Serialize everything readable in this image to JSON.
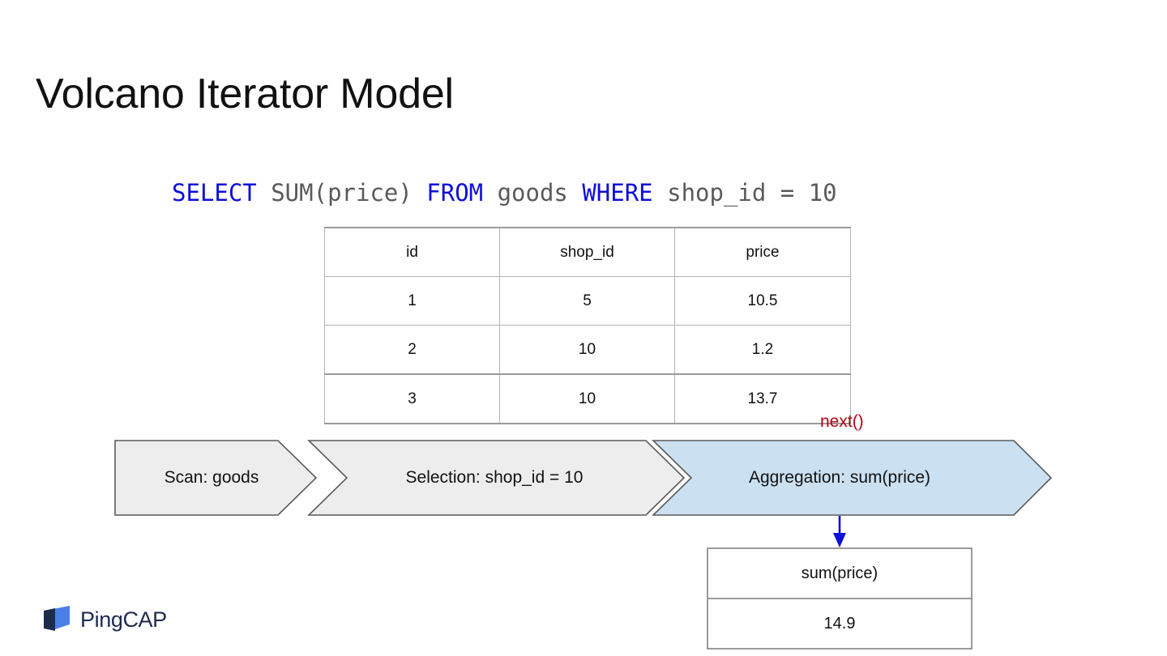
{
  "slide": {
    "title": "Volcano Iterator Model",
    "background_color": "#ffffff"
  },
  "sql": {
    "full_text": "SELECT SUM(price) FROM goods WHERE shop_id = 10",
    "keyword_color": "#0f0fd8",
    "plain_color": "#5a5a5a",
    "tokens": [
      {
        "text": "SELECT",
        "type": "keyword"
      },
      {
        "text": " SUM(price) ",
        "type": "plain"
      },
      {
        "text": "FROM",
        "type": "keyword"
      },
      {
        "text": " goods ",
        "type": "plain"
      },
      {
        "text": "WHERE",
        "type": "keyword"
      },
      {
        "text": " shop_id = 10",
        "type": "plain"
      }
    ]
  },
  "data_table": {
    "headers": [
      "id",
      "shop_id",
      "price"
    ],
    "rows": [
      [
        "1",
        "5",
        "10.5"
      ],
      [
        "2",
        "10",
        "1.2"
      ],
      [
        "3",
        "10",
        "13.7"
      ]
    ]
  },
  "pipeline": {
    "next_label": "next()",
    "next_label_color": "#b00713",
    "stages": [
      {
        "label": "Scan: goods",
        "fill": "#ededed",
        "stroke": "#5a5a5a",
        "highlighted": false
      },
      {
        "label": "Selection: shop_id = 10",
        "fill": "#ededed",
        "stroke": "#5a5a5a",
        "highlighted": false
      },
      {
        "label": "Aggregation: sum(price)",
        "fill": "#cbe0f0",
        "stroke": "#5a5a5a",
        "highlighted": true
      }
    ]
  },
  "arrow": {
    "color": "#0f0fd8",
    "direction": "down"
  },
  "result_table": {
    "header": "sum(price)",
    "value": "14.9"
  },
  "logo": {
    "text": "PingCAP",
    "mark_dark_color": "#1d2b4d",
    "mark_light_color": "#4a7fe8"
  }
}
